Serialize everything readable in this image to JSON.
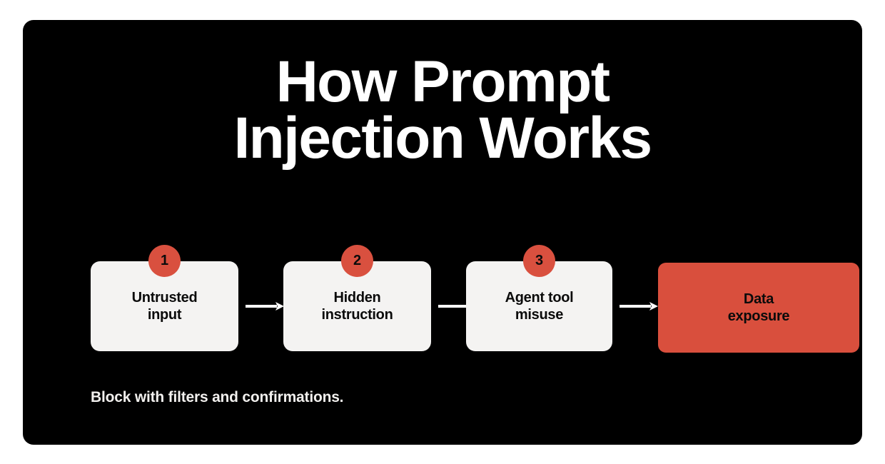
{
  "slide": {
    "title": "How Prompt\nInjection Works",
    "footnote": "Block with filters and confirmations.",
    "colors": {
      "page_background": "#ffffff",
      "panel_background": "#000000",
      "card_fill": "#f4f3f2",
      "accent_red": "#d94f3d",
      "badge_red": "#d9503f",
      "card_text": "#0b0b0b",
      "title_text": "#ffffff",
      "footnote_text": "#f2f0ee",
      "arrow": "#ffffff"
    }
  },
  "flow": {
    "steps": [
      {
        "number": "1",
        "label": "Untrusted\ninput",
        "has_badge": true,
        "style": "light"
      },
      {
        "number": "2",
        "label": "Hidden\ninstruction",
        "has_badge": true,
        "style": "light"
      },
      {
        "number": "3",
        "label": "Agent tool\nmisuse",
        "has_badge": true,
        "style": "light"
      },
      {
        "number": "",
        "label": "Data\nexposure",
        "has_badge": false,
        "style": "accent"
      }
    ],
    "arrows": [
      "arrow-right-icon",
      "arrow-right-icon",
      "arrow-right-icon"
    ]
  }
}
